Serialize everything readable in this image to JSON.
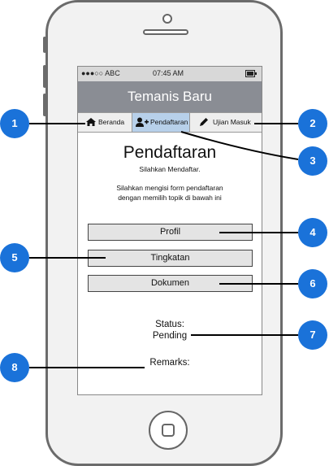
{
  "status_bar": {
    "carrier": "●●●○○ ABC",
    "time": "07:45 AM"
  },
  "app": {
    "title": "Temanis Baru"
  },
  "tabs": [
    {
      "label": "Beranda",
      "icon": "home-icon"
    },
    {
      "label": "Pendaftaran",
      "icon": "add-user-icon"
    },
    {
      "label": "Ujian Masuk",
      "icon": "pencil-icon"
    }
  ],
  "main": {
    "title": "Pendaftaran",
    "subtitle": "Silahkan Mendaftar.",
    "instruction_line1": "Silahkan mengisi form pendaftaran",
    "instruction_line2": "dengan memilih topik di bawah ini",
    "buttons": [
      "Profil",
      "Tingkatan",
      "Dokumen"
    ],
    "status_label": "Status:",
    "status_value": "Pending",
    "remarks_label": "Remarks:"
  },
  "callouts": [
    "1",
    "2",
    "3",
    "4",
    "5",
    "6",
    "7",
    "8"
  ],
  "colors": {
    "callout": "#1a72d9",
    "active_tab": "#b7d0ea",
    "title_bar": "#8a8d94"
  }
}
